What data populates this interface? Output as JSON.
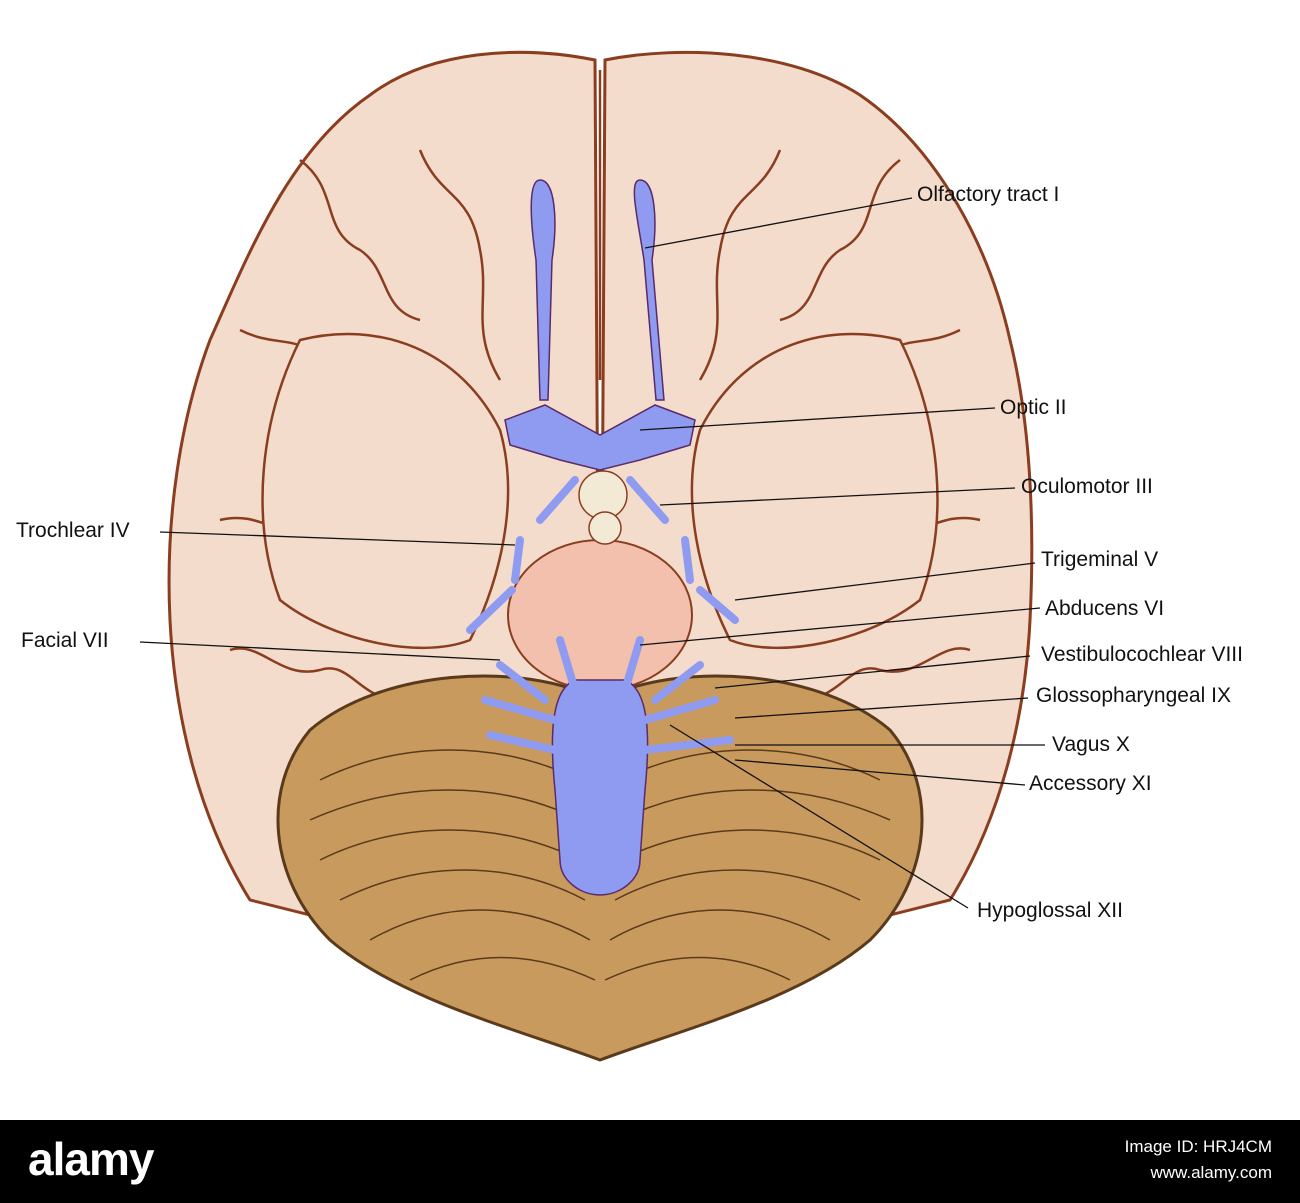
{
  "labels": {
    "olfactory": "Olfactory tract I",
    "optic": "Optic II",
    "oculomotor": "Oculomotor III",
    "trochlear": "Trochlear IV",
    "trigeminal": "Trigeminal V",
    "abducens": "Abducens VI",
    "facial": "Facial VII",
    "vestibulocochlear": "Vestibulocochlear VIII",
    "glossopharyngeal": "Glossopharyngeal IX",
    "vagus": "Vagus X",
    "accessory": "Accessory XI",
    "hypoglossal": "Hypoglossal XII"
  },
  "footer": {
    "logo": "alamy",
    "image_id_line": "Image ID: HRJ4CM",
    "url": "www.alamy.com"
  },
  "colors": {
    "cerebrum": "#f3dccc",
    "cerebrum_outline": "#8a3d1f",
    "cerebellum": "#c89a5e",
    "nerves": "#8f9bf0",
    "pons": "#f2c0ad",
    "footer_bg": "#000000"
  }
}
